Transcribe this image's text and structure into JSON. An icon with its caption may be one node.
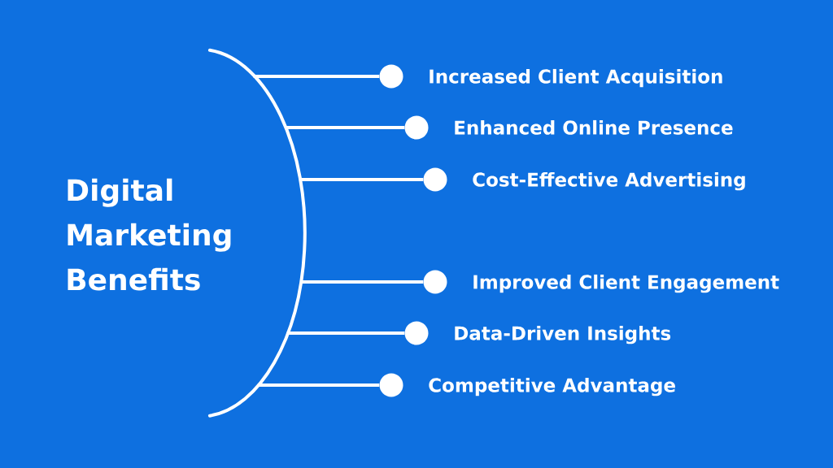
{
  "diagram": {
    "title": "Digital Marketing Benefits",
    "nodes": [
      {
        "text": [],
        "shape": "arc"
      },
      {
        "text": [],
        "shape": "circle",
        "beside": [
          "Increased Client Acquisition"
        ]
      },
      {
        "text": [],
        "shape": "circle",
        "beside": [
          "Enhanced Online Presence"
        ]
      },
      {
        "text": [],
        "shape": "circle",
        "beside": [
          "Cost-Effective Advertising"
        ]
      },
      {
        "text": [],
        "shape": "circle",
        "beside": [
          "Improved Client Engagement"
        ]
      },
      {
        "text": [],
        "shape": "circle",
        "beside": [
          "Data-Driven Insights"
        ]
      },
      {
        "text": [],
        "shape": "circle",
        "beside": [
          "Competitive Advantage"
        ]
      }
    ],
    "edges": [
      {
        "from": 0,
        "to": 1,
        "arrow": "none"
      },
      {
        "from": 0,
        "to": 2,
        "arrow": "none"
      },
      {
        "from": 0,
        "to": 3,
        "arrow": "none"
      },
      {
        "from": 0,
        "to": 4,
        "arrow": "none"
      },
      {
        "from": 0,
        "to": 5,
        "arrow": "none"
      },
      {
        "from": 0,
        "to": 6,
        "arrow": "none"
      }
    ]
  }
}
